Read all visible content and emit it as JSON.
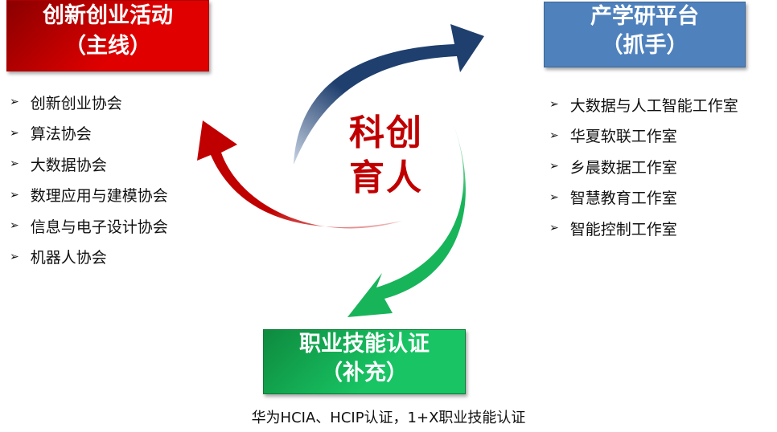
{
  "center_text": [
    "科创",
    "育人"
  ],
  "boxes": {
    "innovation": {
      "line1": "创新创业活动",
      "line2": "（主线）",
      "color": "#d40000"
    },
    "platform": {
      "line1": "产学研平台",
      "line2": "（抓手）",
      "color": "#4f81bd"
    },
    "certification": {
      "line1": "职业技能认证",
      "line2": "（补充）",
      "color": "#18c464"
    }
  },
  "left_list": [
    "创新创业协会",
    "算法协会",
    "大数据协会",
    "数理应用与建模协会",
    "信息与电子设计协会",
    "机器人协会"
  ],
  "right_list": [
    "大数据与人工智能工作室",
    "华夏软联工作室",
    "乡晨数据工作室",
    "智慧教育工作室",
    "智能控制工作室"
  ],
  "bullet": "➢",
  "bottom_text": "华为HCIA、HCIP认证，1+X职业技能认证"
}
